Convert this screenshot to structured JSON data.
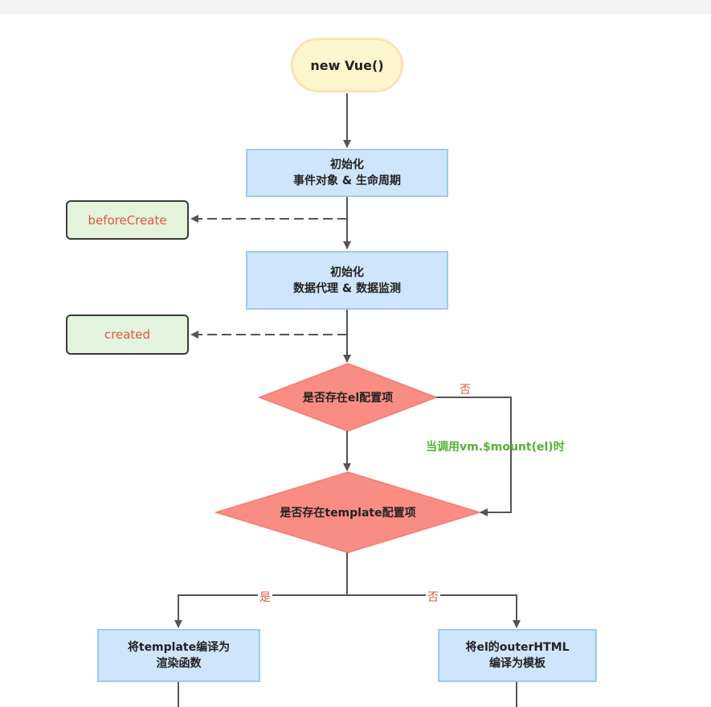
{
  "nodes": {
    "start": "new Vue()",
    "init1_line1": "初始化",
    "init1_line2": "事件对象 & 生命周期",
    "hook_before_create": "beforeCreate",
    "init2_line1": "初始化",
    "init2_line2": "数据代理 & 数据监测",
    "hook_created": "created",
    "decision_el": "是否存在el配置项",
    "decision_template": "是否存在template配置项",
    "compile_template_line1": "将template编译为",
    "compile_template_line2": "渲染函数",
    "compile_outer_line1": "将el的outerHTML",
    "compile_outer_line2": "编译为模板"
  },
  "edges": {
    "el_no": "否",
    "mount_condition": "当调用vm.$mount(el)时",
    "template_yes": "是",
    "template_no": "否"
  },
  "colors": {
    "process_fill": "#cfe5fb",
    "hook_fill": "#e4f3dc",
    "decision_fill": "#f98d84",
    "start_fill": "#fdf6cd",
    "label_red": "#e05545",
    "label_green": "#52b235"
  }
}
